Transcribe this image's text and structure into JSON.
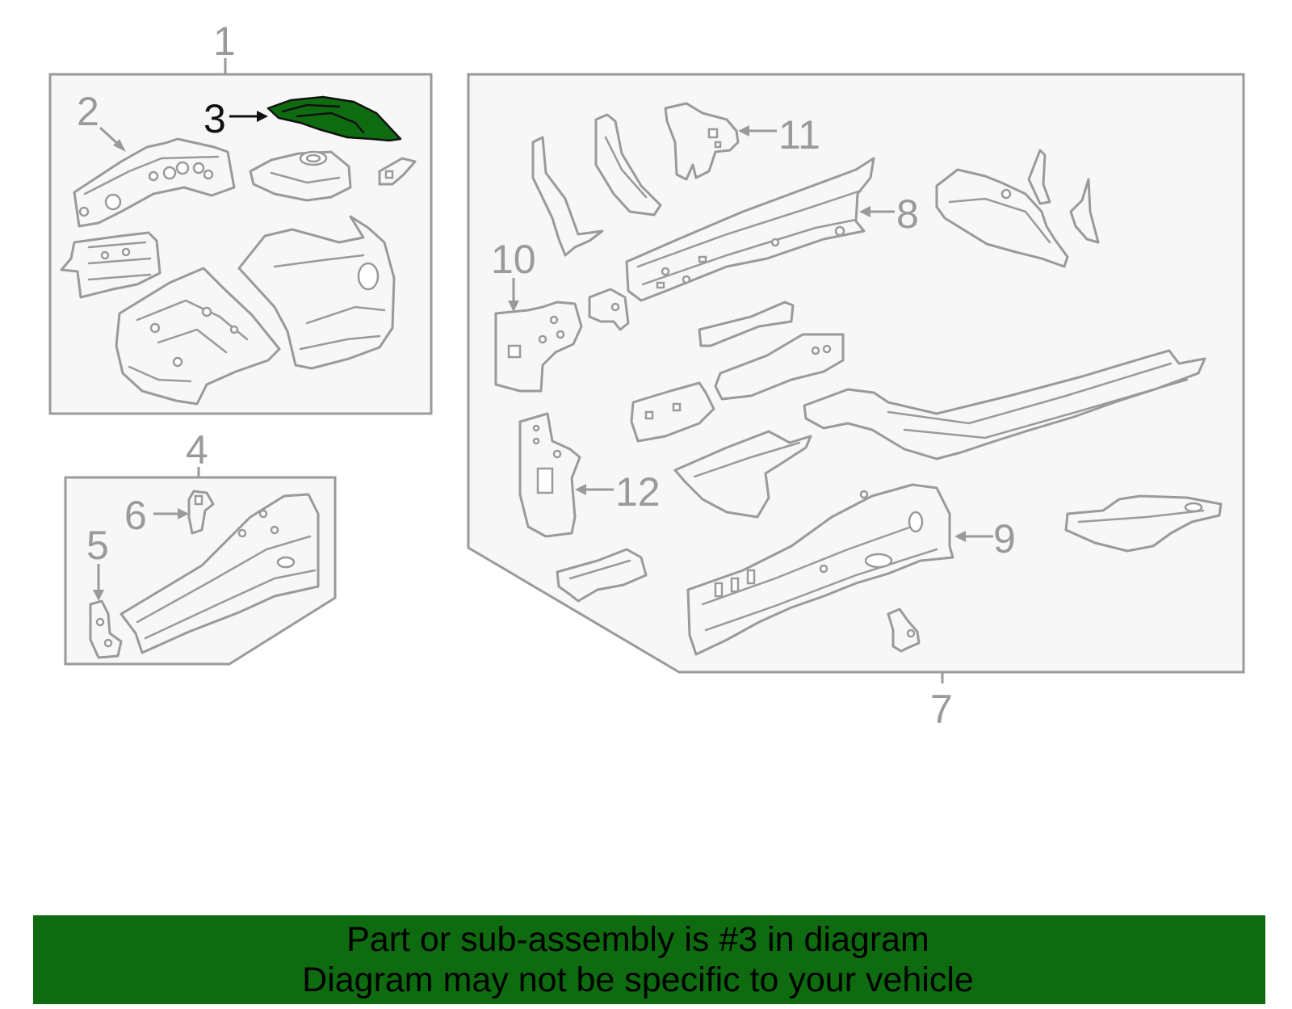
{
  "diagram": {
    "callouts": {
      "c1": "1",
      "c2": "2",
      "c3": "3",
      "c4": "4",
      "c5": "5",
      "c6": "6",
      "c7": "7",
      "c8": "8",
      "c9": "9",
      "c10": "10",
      "c11": "11",
      "c12": "12"
    },
    "highlighted_part": "3",
    "highlight_color": "#0f6b10",
    "line_color": "#9a9a9a"
  },
  "banner": {
    "line1": "Part or sub-assembly is #3 in diagram",
    "line2": "Diagram may not be specific to your vehicle",
    "background": "#0f6b10"
  }
}
